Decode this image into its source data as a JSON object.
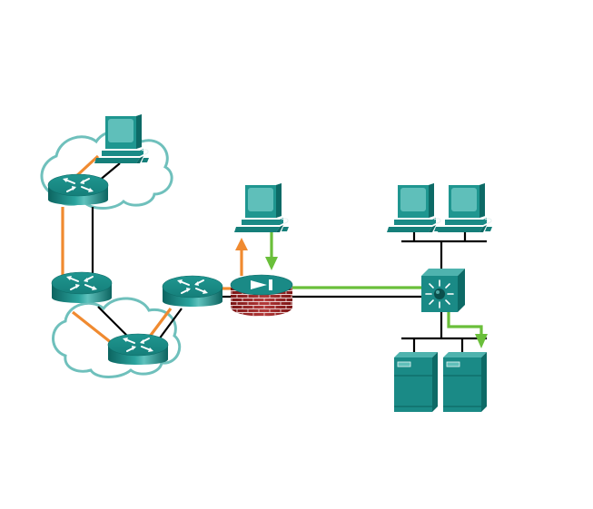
{
  "diagram": {
    "type": "network-topology",
    "colors": {
      "device_teal": "#1a8a86",
      "device_teal_dark": "#0d6a66",
      "device_teal_light": "#4fb3ae",
      "cloud_outline": "#6fc0bc",
      "link_black": "#000000",
      "path_orange": "#f08a30",
      "path_green": "#6abf3a",
      "firewall_brick": "#9b2323"
    },
    "nodes": [
      {
        "id": "pc-top-left",
        "kind": "pc",
        "icon": "pc-icon"
      },
      {
        "id": "router-top",
        "kind": "router",
        "icon": "router-icon"
      },
      {
        "id": "router-mid-left",
        "kind": "router",
        "icon": "router-icon"
      },
      {
        "id": "router-bottom",
        "kind": "router",
        "icon": "router-icon"
      },
      {
        "id": "router-mid-right",
        "kind": "router",
        "icon": "router-icon"
      },
      {
        "id": "firewall",
        "kind": "firewall",
        "icon": "firewall-icon"
      },
      {
        "id": "pc-dmz",
        "kind": "pc",
        "icon": "pc-icon"
      },
      {
        "id": "multilayer-switch",
        "kind": "switch",
        "icon": "multilayer-switch-icon"
      },
      {
        "id": "pc-lan-1",
        "kind": "pc",
        "icon": "pc-icon"
      },
      {
        "id": "pc-lan-2",
        "kind": "pc",
        "icon": "pc-icon"
      },
      {
        "id": "server-1",
        "kind": "server",
        "icon": "server-icon"
      },
      {
        "id": "server-2",
        "kind": "server",
        "icon": "server-icon"
      }
    ],
    "links": [
      {
        "from": "pc-top-left",
        "to": "router-top",
        "style": "black"
      },
      {
        "from": "router-top",
        "to": "router-mid-left",
        "style": "black"
      },
      {
        "from": "router-mid-left",
        "to": "router-bottom",
        "style": "black"
      },
      {
        "from": "router-bottom",
        "to": "router-mid-right",
        "style": "black"
      },
      {
        "from": "router-mid-right",
        "to": "firewall",
        "style": "black"
      },
      {
        "from": "firewall",
        "to": "multilayer-switch",
        "style": "black"
      },
      {
        "from": "multilayer-switch",
        "to": "pc-lan-bus",
        "style": "black"
      },
      {
        "from": "multilayer-switch",
        "to": "server-bus",
        "style": "black"
      }
    ],
    "traffic_paths": [
      {
        "name": "outside-traffic",
        "color": "orange",
        "route": [
          "pc-top-left",
          "router-top",
          "router-mid-left",
          "router-bottom",
          "router-mid-right",
          "firewall",
          "pc-dmz"
        ]
      },
      {
        "name": "dmz-to-inside",
        "color": "green",
        "route": [
          "pc-dmz",
          "firewall",
          "multilayer-switch",
          "server-2"
        ]
      }
    ]
  }
}
